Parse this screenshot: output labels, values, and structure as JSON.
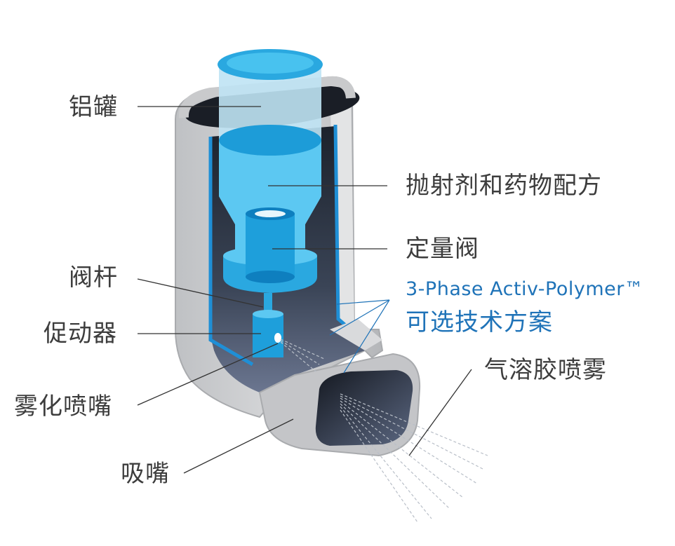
{
  "labels": {
    "aluminum_canister": "铝罐",
    "propellant_formulation": "抛射剂和药物配方",
    "metering_valve": "定量阀",
    "valve_stem": "阀杆",
    "actuator": "促动器",
    "atomizing_nozzle": "雾化喷嘴",
    "mouthpiece": "吸嘴",
    "coating_brand": "3-Phase Activ-Polymer™",
    "coating_option": "可选技术方案",
    "aerosol_spray": "气溶胶喷雾"
  },
  "colors": {
    "canister_light": "#bfe3f4",
    "canister_blue": "#5cc8f2",
    "canister_cap": "#2aa8e0",
    "valve_blue": "#1e9fdb",
    "coating_line": "#1f8fd6",
    "housing_gray": "#c7c8ca",
    "housing_dark": "#2e3440",
    "label_text": "#3d3d3d",
    "accent_text": "#1f73b8"
  }
}
